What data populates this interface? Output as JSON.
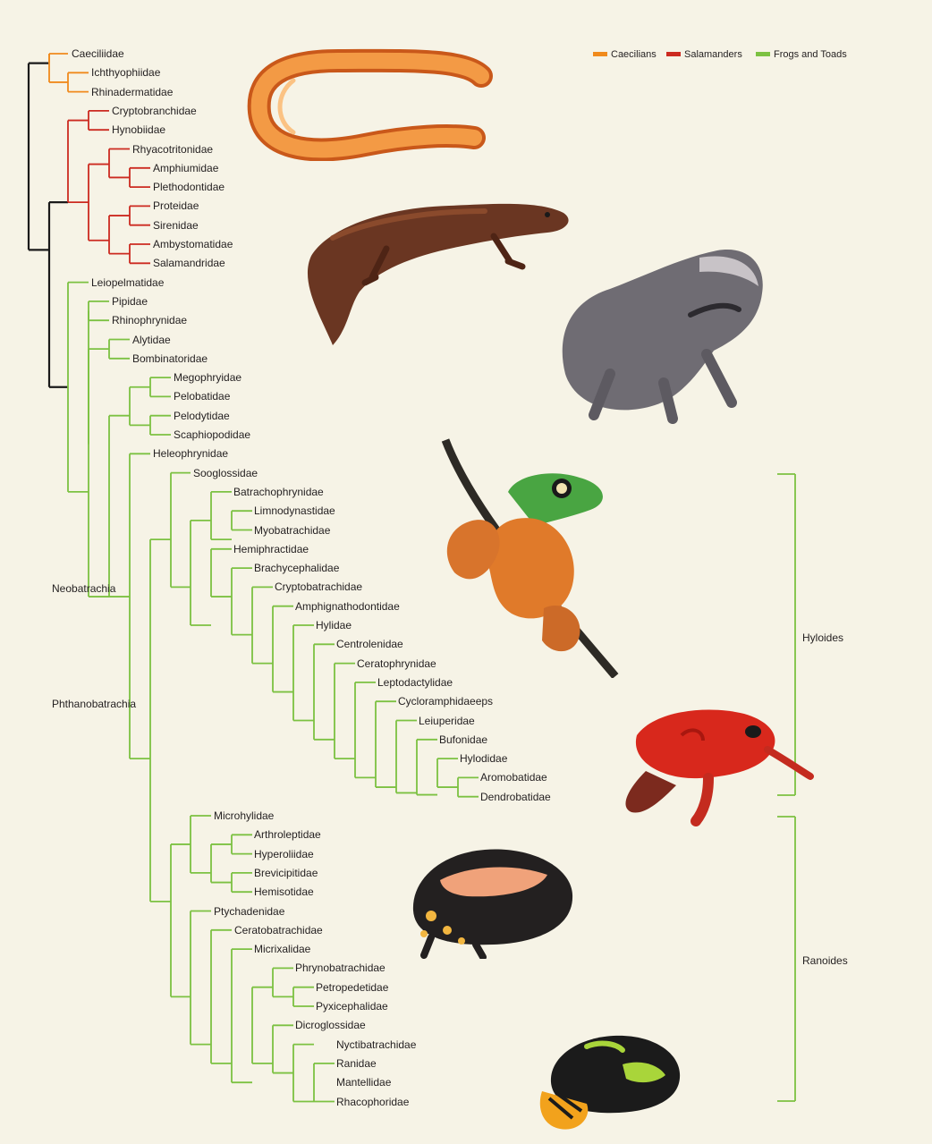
{
  "legend": [
    {
      "label": "Caecilians",
      "color": "#f08a1c"
    },
    {
      "label": "Salamanders",
      "color": "#cc2a20"
    },
    {
      "label": "Frogs and Toads",
      "color": "#7cc142"
    }
  ],
  "branch_colors": {
    "root": "#1a1a1a",
    "caecilian": "#f08a1c",
    "salamander": "#cc2a20",
    "frog": "#7cc142",
    "bracket": "#7cc142"
  },
  "taxa": [
    "Caeciliidae",
    "Ichthyophiidae",
    "Rhinadermatidae",
    "Cryptobranchidae",
    "Hynobiidae",
    "Rhyacotritonidae",
    "Amphiumidae",
    "Plethodontidae",
    "Proteidae",
    "Sirenidae",
    "Ambystomatidae",
    "Salamandridae",
    "Leiopelmatidae",
    "Pipidae",
    "Rhinophrynidae",
    "Alytidae",
    "Bombinatoridae",
    "Megophryidae",
    "Pelobatidae",
    "Pelodytidae",
    "Scaphiopodidae",
    "Heleophrynidae",
    "Sooglossidae",
    "Batrachophrynidae",
    "Limnodynastidae",
    "Myobatrachidae",
    "Hemiphractidae",
    "Brachycephalidae",
    "Cryptobatrachidae",
    "Amphignathodontidae",
    "Hylidae",
    "Centrolenidae",
    "Ceratophrynidae",
    "Leptodactylidae",
    "Cycloramphidaeeps",
    "Leiuperidae",
    "Bufonidae",
    "Hylodidae",
    "Aromobatidae",
    "Dendrobatidae",
    "Microhylidae",
    "Arthroleptidae",
    "Hyperoliidae",
    "Brevicipitidae",
    "Hemisotidae",
    "Ptychadenidae",
    "Ceratobatrachidae",
    "Micrixalidae",
    "Phrynobatrachidae",
    "Petropedetidae",
    "Pyxicephalidae",
    "Dicroglossidae",
    "Nyctibatrachidae",
    "Ranidae",
    "Mantellidae",
    "Rhacophoridae"
  ],
  "clades": {
    "neobatrachia": "Neobatrachia",
    "phthanobatrachia": "Phthanobatrachia"
  },
  "groups": {
    "hyloides": "Hyloides",
    "ranoides": "Ranoides"
  }
}
